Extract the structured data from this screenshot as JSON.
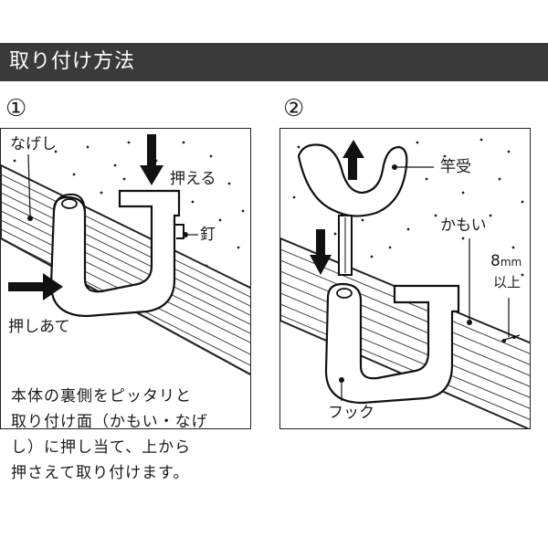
{
  "header": {
    "title": "取り付け方法"
  },
  "step1": {
    "number": "①",
    "labels": {
      "nageshi": "なげし",
      "osaeru": "押える",
      "kugi": "釘",
      "oshiatete": "押しあて"
    },
    "description": [
      "本体の裏側をピッタリと",
      "取り付け面（かもい・なげ",
      "し）に押し当て、上から",
      "押さえて取り付けます。"
    ]
  },
  "step2": {
    "number": "②",
    "labels": {
      "saouke": "竿受",
      "kamoi": "かもい",
      "mm_value": "8",
      "mm_unit": "mm",
      "ijou": "以上",
      "hook": "フック"
    }
  },
  "colors": {
    "header_bg": "#3a3a3a",
    "header_text": "#ffffff",
    "ink": "#1a1a1a"
  }
}
